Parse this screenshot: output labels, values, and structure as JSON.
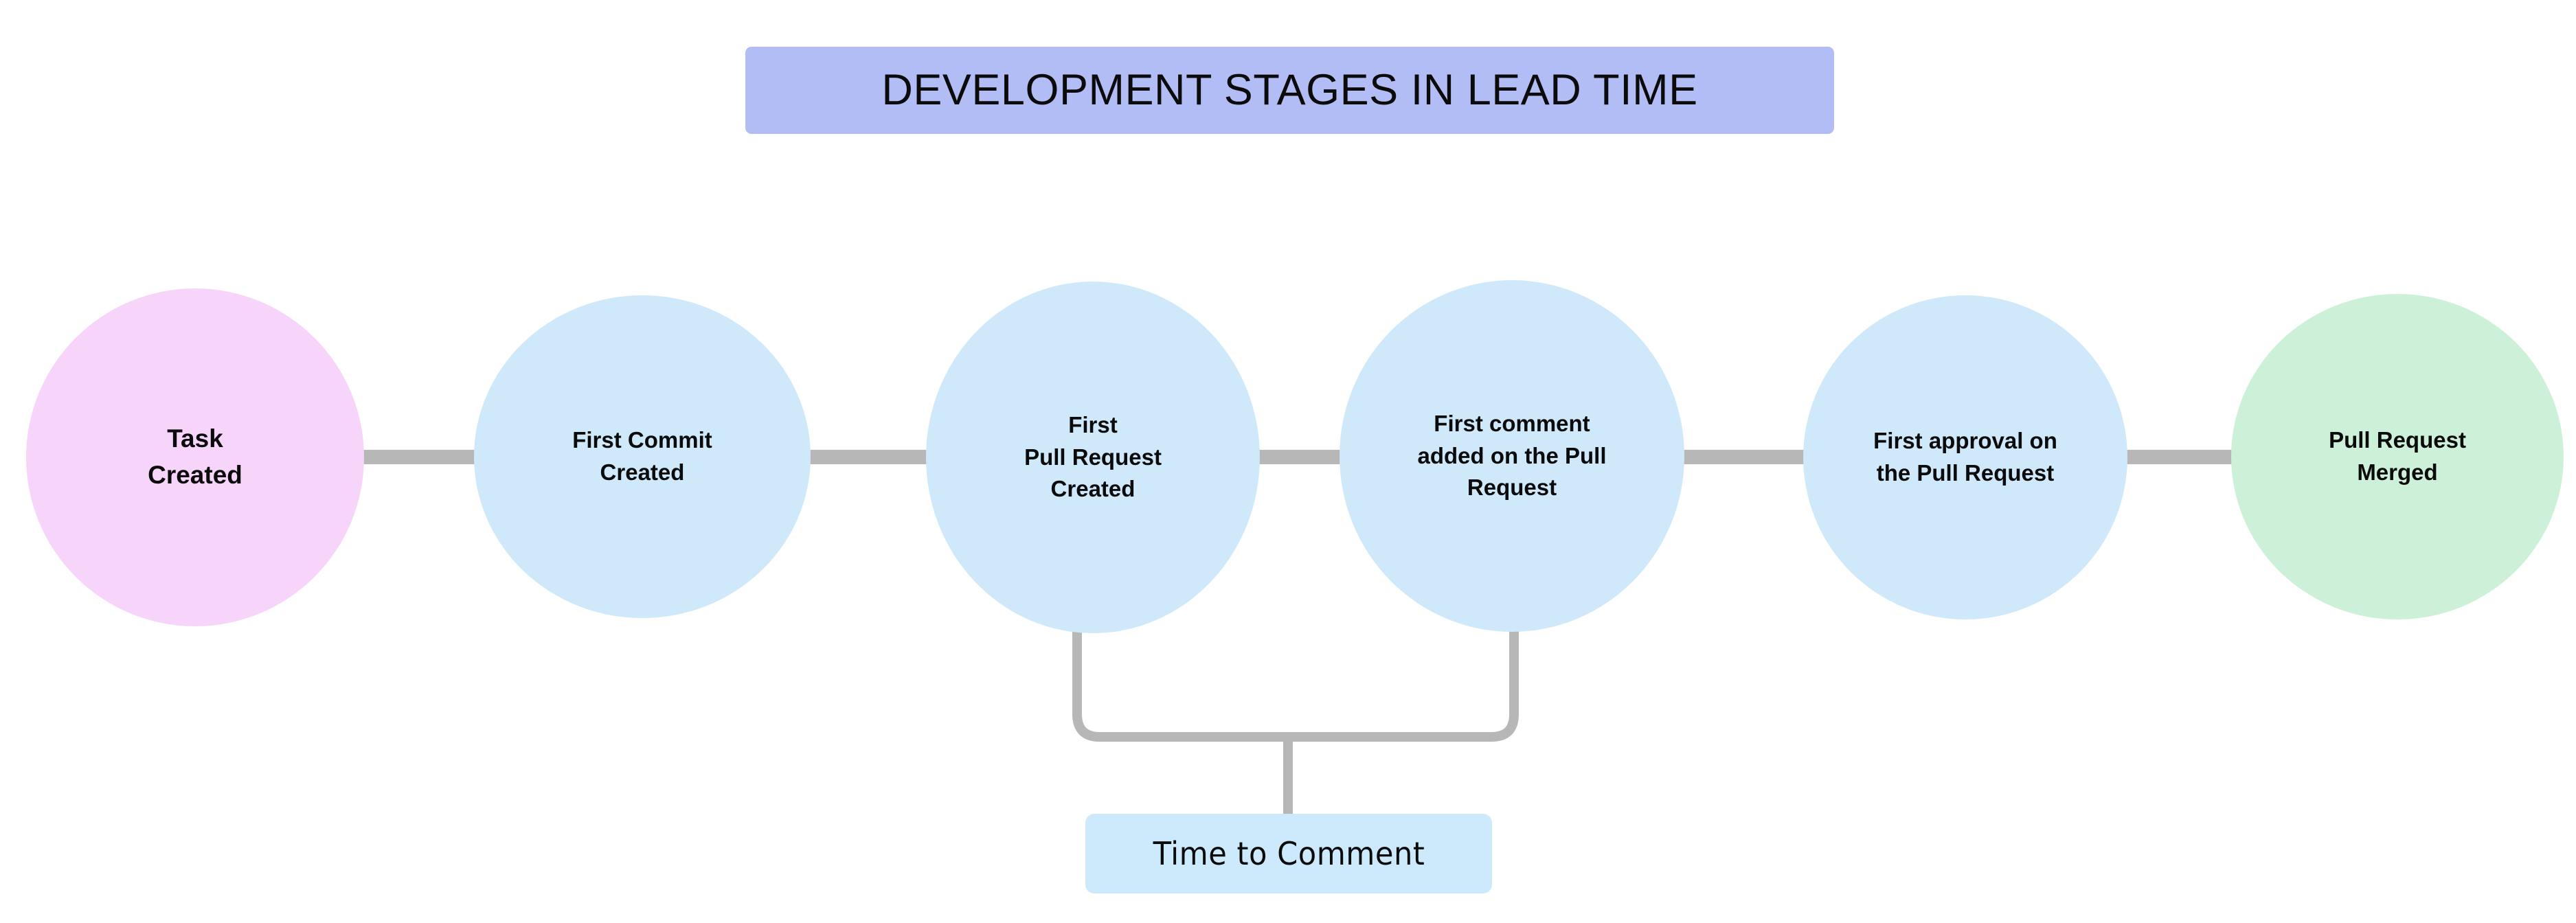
{
  "diagram": {
    "title": "DEVELOPMENT STAGES IN LEAD TIME",
    "title_bg": "#b3bdf5",
    "background": "#ffffff",
    "connector_color": "#b7b7b7",
    "nodes": [
      {
        "id": "task-created",
        "label": "Task\nCreated",
        "fill": "#f7d5fa"
      },
      {
        "id": "first-commit",
        "label": "First Commit\nCreated",
        "fill": "#cfe9fb"
      },
      {
        "id": "first-pull-request",
        "label": "First\nPull Request\nCreated",
        "fill": "#cfe9fb"
      },
      {
        "id": "first-comment",
        "label": "First comment\nadded on the Pull\nRequest",
        "fill": "#cfe9fb"
      },
      {
        "id": "first-approval",
        "label": "First approval on\nthe Pull Request",
        "fill": "#cfe9fb"
      },
      {
        "id": "pull-request-merged",
        "label": "Pull Request\nMerged",
        "fill": "#cdf1d8"
      }
    ],
    "annotation": {
      "label": "Time to Comment",
      "fill": "#cdeafc",
      "from_node": "first-pull-request",
      "to_node": "first-comment"
    }
  }
}
